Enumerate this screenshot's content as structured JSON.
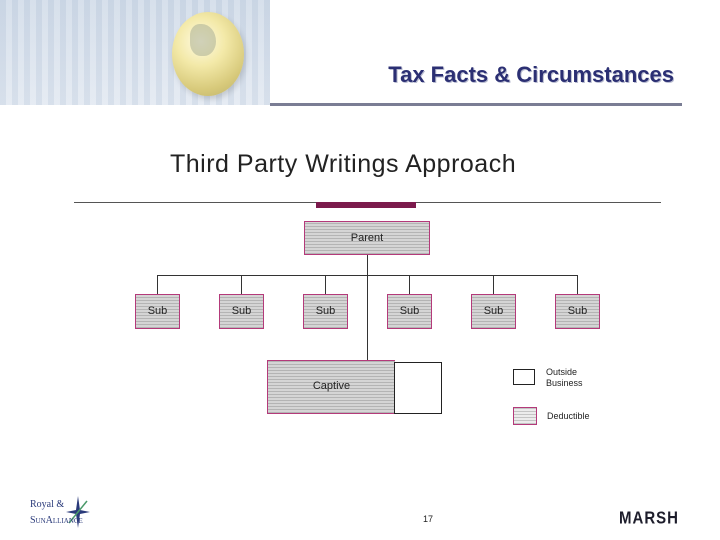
{
  "header": {
    "title": "Tax Facts & Circumstances"
  },
  "diagram": {
    "subtitle": "Third Party Writings Approach",
    "parent_label": "Parent",
    "subsidiaries": [
      "Sub",
      "Sub",
      "Sub",
      "Sub",
      "Sub",
      "Sub"
    ],
    "captive_label": "Captive",
    "legend": {
      "outside_label": "Outside\nBusiness",
      "deductible_label": "Deductible"
    },
    "colors": {
      "node_border": "#b43a7a",
      "title": "#2b2f73",
      "accent_bar": "#7b1a4c"
    }
  },
  "footer": {
    "page_number": "17",
    "logo_left_line1": "Royal &",
    "logo_left_line2": "SunAlliance",
    "logo_right": "MARSH"
  }
}
